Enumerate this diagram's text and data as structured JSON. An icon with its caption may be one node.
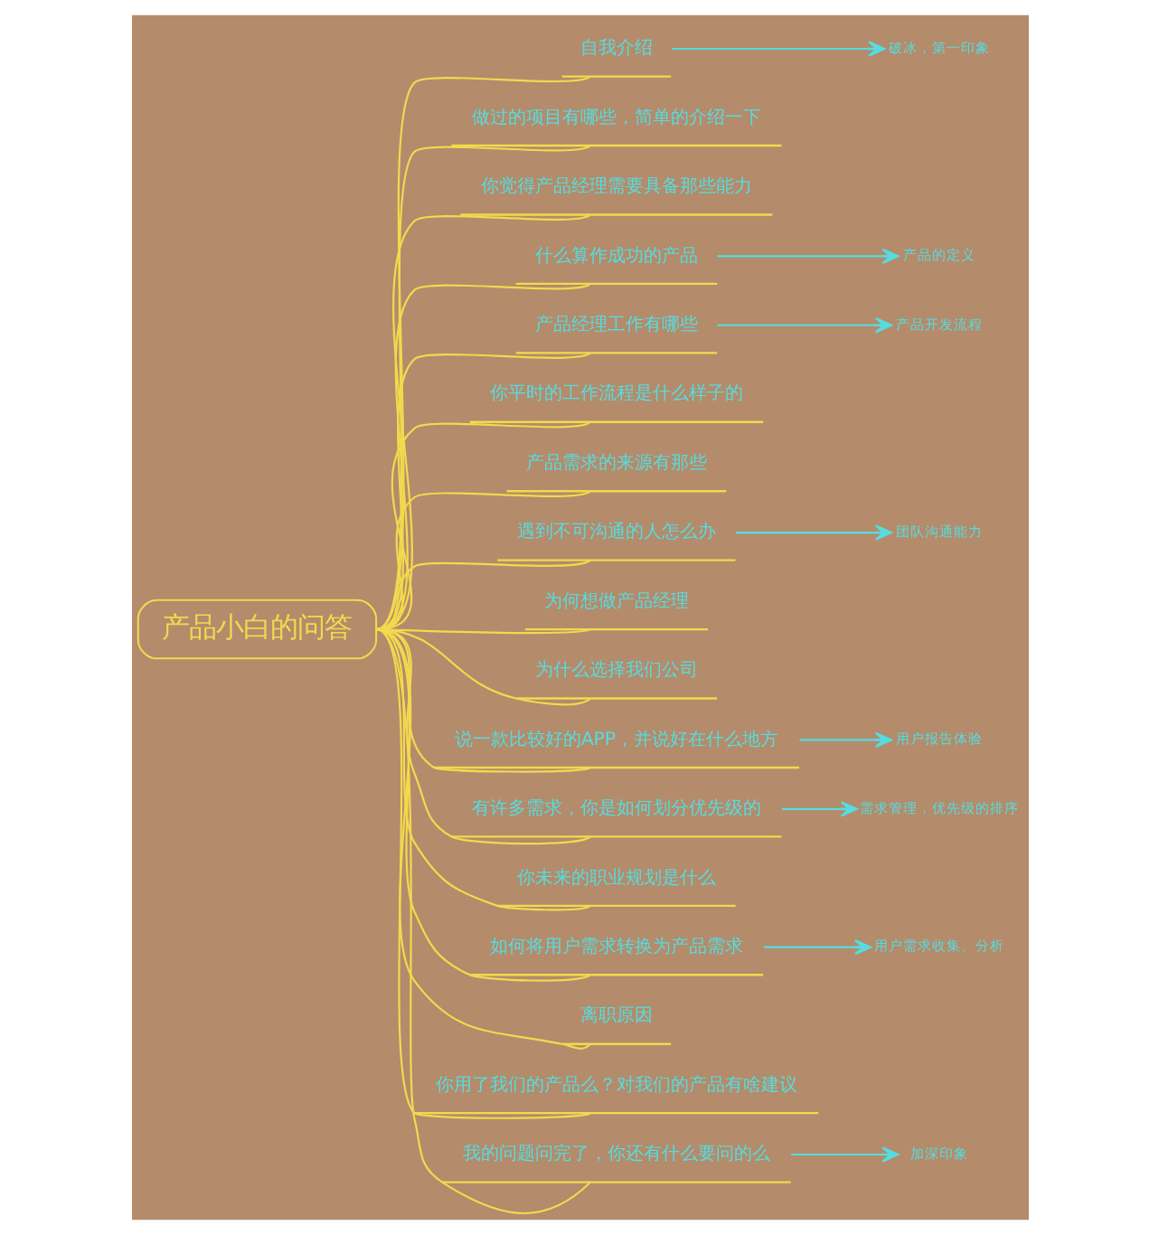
{
  "diagram": {
    "nodes": [
      {
        "text": [
          "产品小白的问答"
        ]
      },
      {
        "text": [
          "自我介绍"
        ]
      },
      {
        "text": [
          "破冰，第一印象"
        ]
      },
      {
        "text": [
          "做过的项目有哪些，简单的介绍一下"
        ]
      },
      {
        "text": [
          "你觉得产品经理需要具备那些能力"
        ]
      },
      {
        "text": [
          "什么算作成功的产品"
        ]
      },
      {
        "text": [
          "产品的定义"
        ]
      },
      {
        "text": [
          "产品经理工作有哪些"
        ]
      },
      {
        "text": [
          "产品开发流程"
        ]
      },
      {
        "text": [
          "你平时的工作流程是什么样子的"
        ]
      },
      {
        "text": [
          "产品需求的来源有那些"
        ]
      },
      {
        "text": [
          "遇到不可沟通的人怎么办"
        ]
      },
      {
        "text": [
          "团队沟通能力"
        ]
      },
      {
        "text": [
          "为何想做产品经理"
        ]
      },
      {
        "text": [
          "为什么选择我们公司"
        ]
      },
      {
        "text": [
          "说一款比较好的APP，并说好在什么地方"
        ]
      },
      {
        "text": [
          "用户报告体验"
        ]
      },
      {
        "text": [
          "有许多需求，你是如何划分优先级的"
        ]
      },
      {
        "text": [
          "需求管理，优先级的排序"
        ]
      },
      {
        "text": [
          "你未来的职业规划是什么"
        ]
      },
      {
        "text": [
          "如何将用户需求转换为产品需求"
        ]
      },
      {
        "text": [
          "用户需求收集、分析"
        ]
      },
      {
        "text": [
          "离职原因"
        ]
      },
      {
        "text": [
          "你用了我们的产品么？对我们的产品有啥建议"
        ]
      },
      {
        "text": [
          "我的问题问完了，你还有什么要问的么"
        ]
      },
      {
        "text": [
          "加深印象"
        ]
      }
    ],
    "edges": [
      {
        "from": 0,
        "to": 1,
        "arrow": "none"
      },
      {
        "from": 1,
        "to": 2,
        "arrow": "to",
        "color": "#55dde0"
      },
      {
        "from": 0,
        "to": 3,
        "arrow": "none"
      },
      {
        "from": 0,
        "to": 4,
        "arrow": "none"
      },
      {
        "from": 0,
        "to": 5,
        "arrow": "none"
      },
      {
        "from": 5,
        "to": 6,
        "arrow": "to",
        "color": "#55dde0"
      },
      {
        "from": 0,
        "to": 7,
        "arrow": "none"
      },
      {
        "from": 7,
        "to": 8,
        "arrow": "to",
        "color": "#55dde0"
      },
      {
        "from": 0,
        "to": 9,
        "arrow": "none"
      },
      {
        "from": 0,
        "to": 10,
        "arrow": "none"
      },
      {
        "from": 0,
        "to": 11,
        "arrow": "none"
      },
      {
        "from": 11,
        "to": 12,
        "arrow": "to",
        "color": "#55dde0"
      },
      {
        "from": 0,
        "to": 13,
        "arrow": "none"
      },
      {
        "from": 0,
        "to": 14,
        "arrow": "none"
      },
      {
        "from": 0,
        "to": 15,
        "arrow": "none"
      },
      {
        "from": 15,
        "to": 16,
        "arrow": "to",
        "color": "#55dde0"
      },
      {
        "from": 0,
        "to": 17,
        "arrow": "none"
      },
      {
        "from": 17,
        "to": 18,
        "arrow": "to",
        "color": "#55dde0"
      },
      {
        "from": 0,
        "to": 19,
        "arrow": "none"
      },
      {
        "from": 0,
        "to": 20,
        "arrow": "none"
      },
      {
        "from": 20,
        "to": 21,
        "arrow": "to",
        "color": "#55dde0"
      },
      {
        "from": 0,
        "to": 22,
        "arrow": "none"
      },
      {
        "from": 0,
        "to": 23,
        "arrow": "none"
      },
      {
        "from": 0,
        "to": 24,
        "arrow": "none"
      },
      {
        "from": 24,
        "to": 25,
        "arrow": "to",
        "color": "#55dde0"
      }
    ]
  }
}
